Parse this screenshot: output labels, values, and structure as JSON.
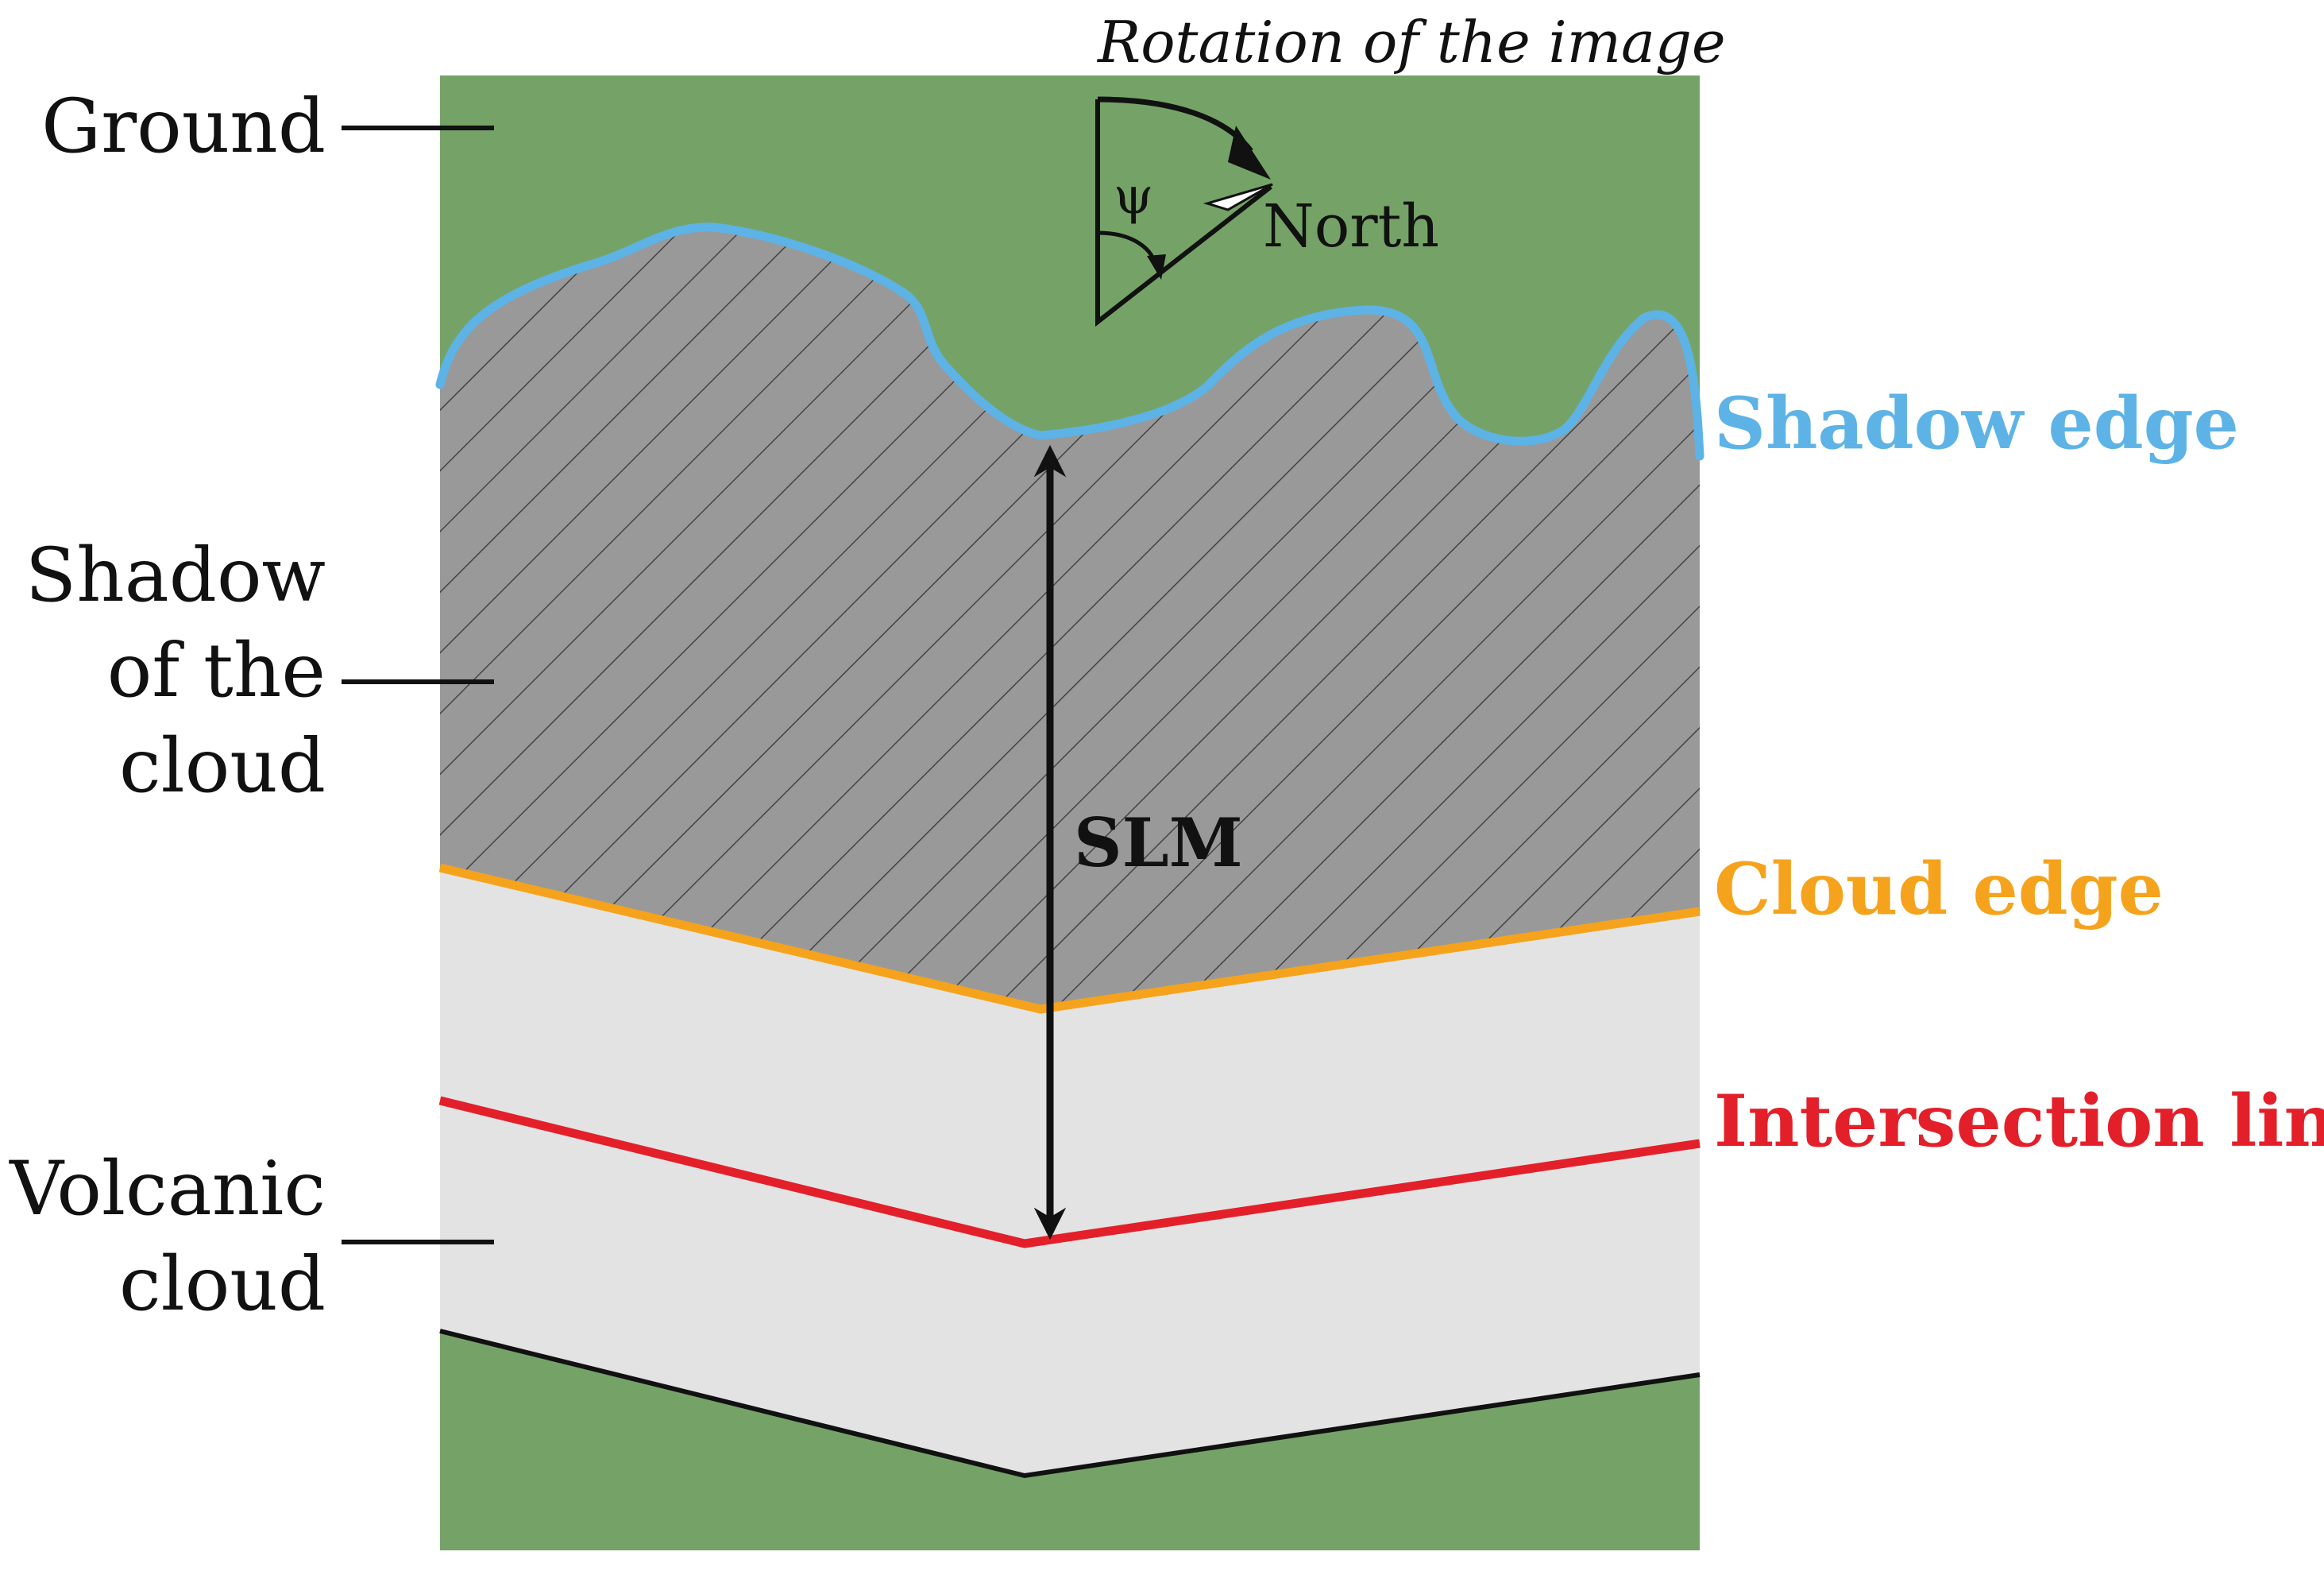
{
  "labels": {
    "ground": "Ground",
    "shadow_line1": "Shadow",
    "shadow_line2": "of the",
    "shadow_line3": "cloud",
    "volcanic_line1": "Volcanic",
    "volcanic_line2": "cloud",
    "shadow_edge": "Shadow edge",
    "cloud_edge": "Cloud edge",
    "intersection_line": "Intersection line",
    "slm": "SLM",
    "rotation": "Rotation of the image",
    "north": "North",
    "psi": "ψ"
  },
  "colors": {
    "ground": "#75a367",
    "shadow_fill": "#999999",
    "hatch": "#444444",
    "cloud": "#e3e3e3",
    "shadow_edge": "#5db3e6",
    "cloud_edge": "#f5a31c",
    "intersection_line": "#e3202a",
    "leader": "#111111"
  },
  "icons": [
    "double-headed-arrow-icon",
    "rotation-arc-arrow-icon",
    "north-arrow-icon"
  ]
}
